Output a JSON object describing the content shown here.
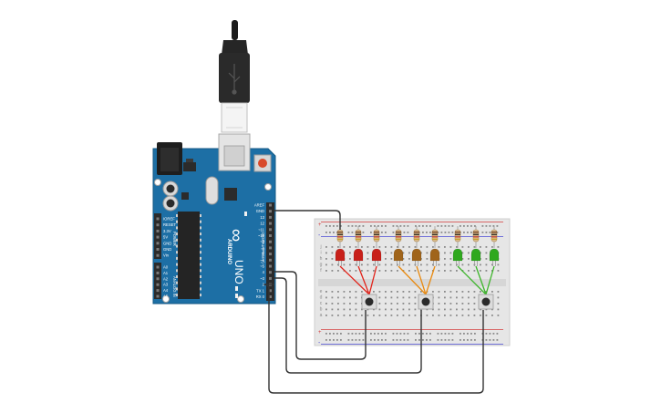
{
  "board": {
    "brand": "ARDUINO",
    "model": "UNO",
    "logo_symbol": "∞",
    "power_header_title": "POWER",
    "power_pins": [
      "IOREF",
      "RESET",
      "3.3V",
      "5V",
      "GND",
      "GND",
      "Vin"
    ],
    "analog_header_title": "ANALOG IN",
    "analog_pins": [
      "A0",
      "A1",
      "A2",
      "A3",
      "A4",
      "A5"
    ],
    "digital_header_title": "DIGITAL (PWM ~)",
    "digital_pins": [
      "AREF",
      "GND",
      "13",
      "12",
      "~11",
      "~10",
      "~9",
      "8",
      "7",
      "~6",
      "~5",
      "4",
      "~3",
      "2",
      "TX 1",
      "RX 0"
    ],
    "side_labels": [
      "TX",
      "RX",
      "L",
      "ON"
    ]
  },
  "breadboard": {
    "row_letters_top": [
      "j",
      "i",
      "h",
      "g",
      "f"
    ],
    "row_letters_bottom": [
      "e",
      "d",
      "c",
      "b",
      "a"
    ],
    "rail_plus": "+",
    "rail_minus": "-"
  },
  "led_groups": [
    {
      "color": "#c8201a",
      "wire": "#e2231a"
    },
    {
      "color": "#a0641a",
      "wire": "#e98a10"
    },
    {
      "color": "#2fa81e",
      "wire": "#3cb52a"
    }
  ],
  "colors": {
    "board": "#1d6fa5",
    "board_dark": "#16567f",
    "header": "#2b2b2b",
    "wire_black": "#333333",
    "breadboard": "#e6e6e6"
  }
}
